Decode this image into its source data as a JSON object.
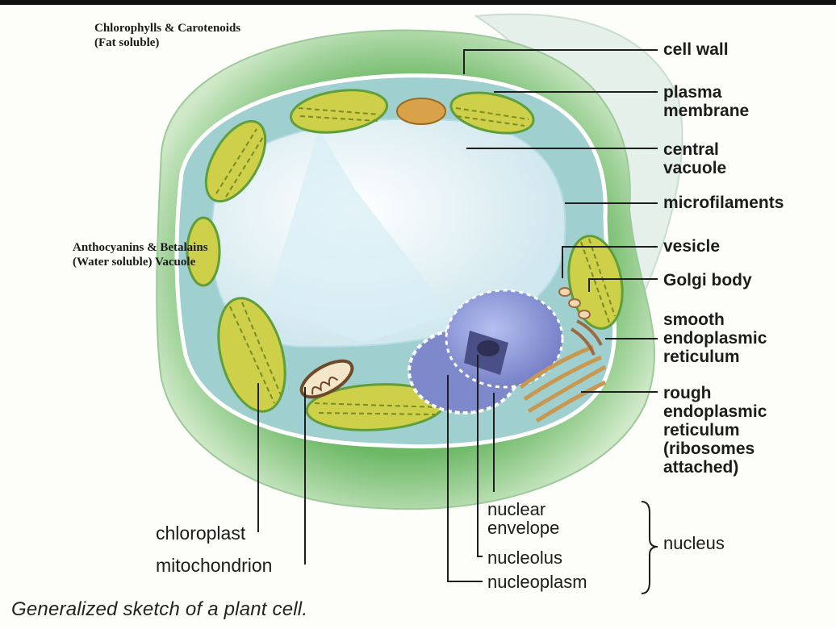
{
  "notes": {
    "pigments_fat": "Chlorophylls & Carotenoids\n(Fat soluble)",
    "pigments_water": "Anthocyanins & Betalains\n(Water soluble) Vacuole"
  },
  "labels": {
    "cell_wall": "cell wall",
    "plasma_membrane": "plasma\nmembrane",
    "central_vacuole": "central\nvacuole",
    "microfilaments": "microfilaments",
    "vesicle": "vesicle",
    "golgi_body": "Golgi body",
    "smooth_er": "smooth\nendoplasmic\nreticulum",
    "rough_er": "rough\nendoplasmic\nreticulum\n(ribosomes\nattached)",
    "chloroplast": "chloroplast",
    "mitochondrion": "mitochondrion",
    "nuclear_envelope": "nuclear\nenvelope",
    "nucleolus": "nucleolus",
    "nucleoplasm": "nucleoplasm",
    "nucleus": "nucleus"
  },
  "caption": "Generalized sketch of a plant cell.",
  "colors": {
    "cell_wall": "#5fae5a",
    "cytoplasm": "#8fc6c6",
    "vacuole": "#e8f4f8",
    "chloroplast": "#c9c93a",
    "nucleus": "#8f99d6",
    "rough_er": "#d9a860"
  }
}
